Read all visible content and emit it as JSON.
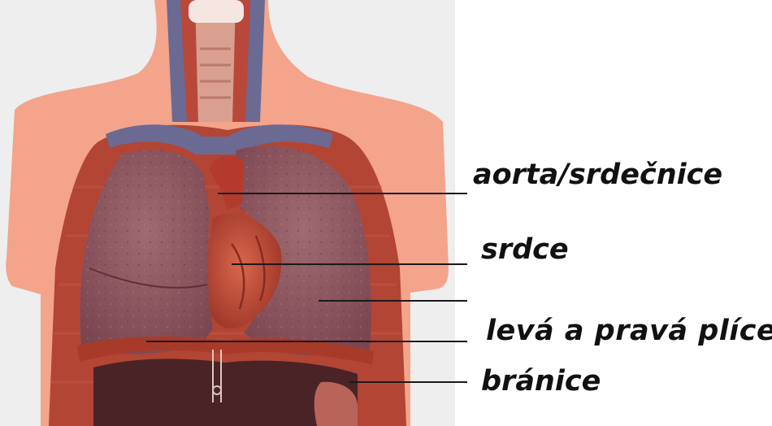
{
  "labels": {
    "aorta": "aorta/srdečnice",
    "heart": "srdce",
    "lungs": "levá a pravá plíce",
    "diaphragm": "bránice"
  },
  "colors": {
    "background": "#ffffff",
    "backdrop": "#eeeeee",
    "skin": "#f3a48b",
    "muscle": "#a83a2a",
    "lung": "#8f5a63",
    "heart": "#c44a35",
    "vein": "#6b6a93",
    "liver": "#4a2327",
    "leader_line": "#1a1a1a"
  }
}
